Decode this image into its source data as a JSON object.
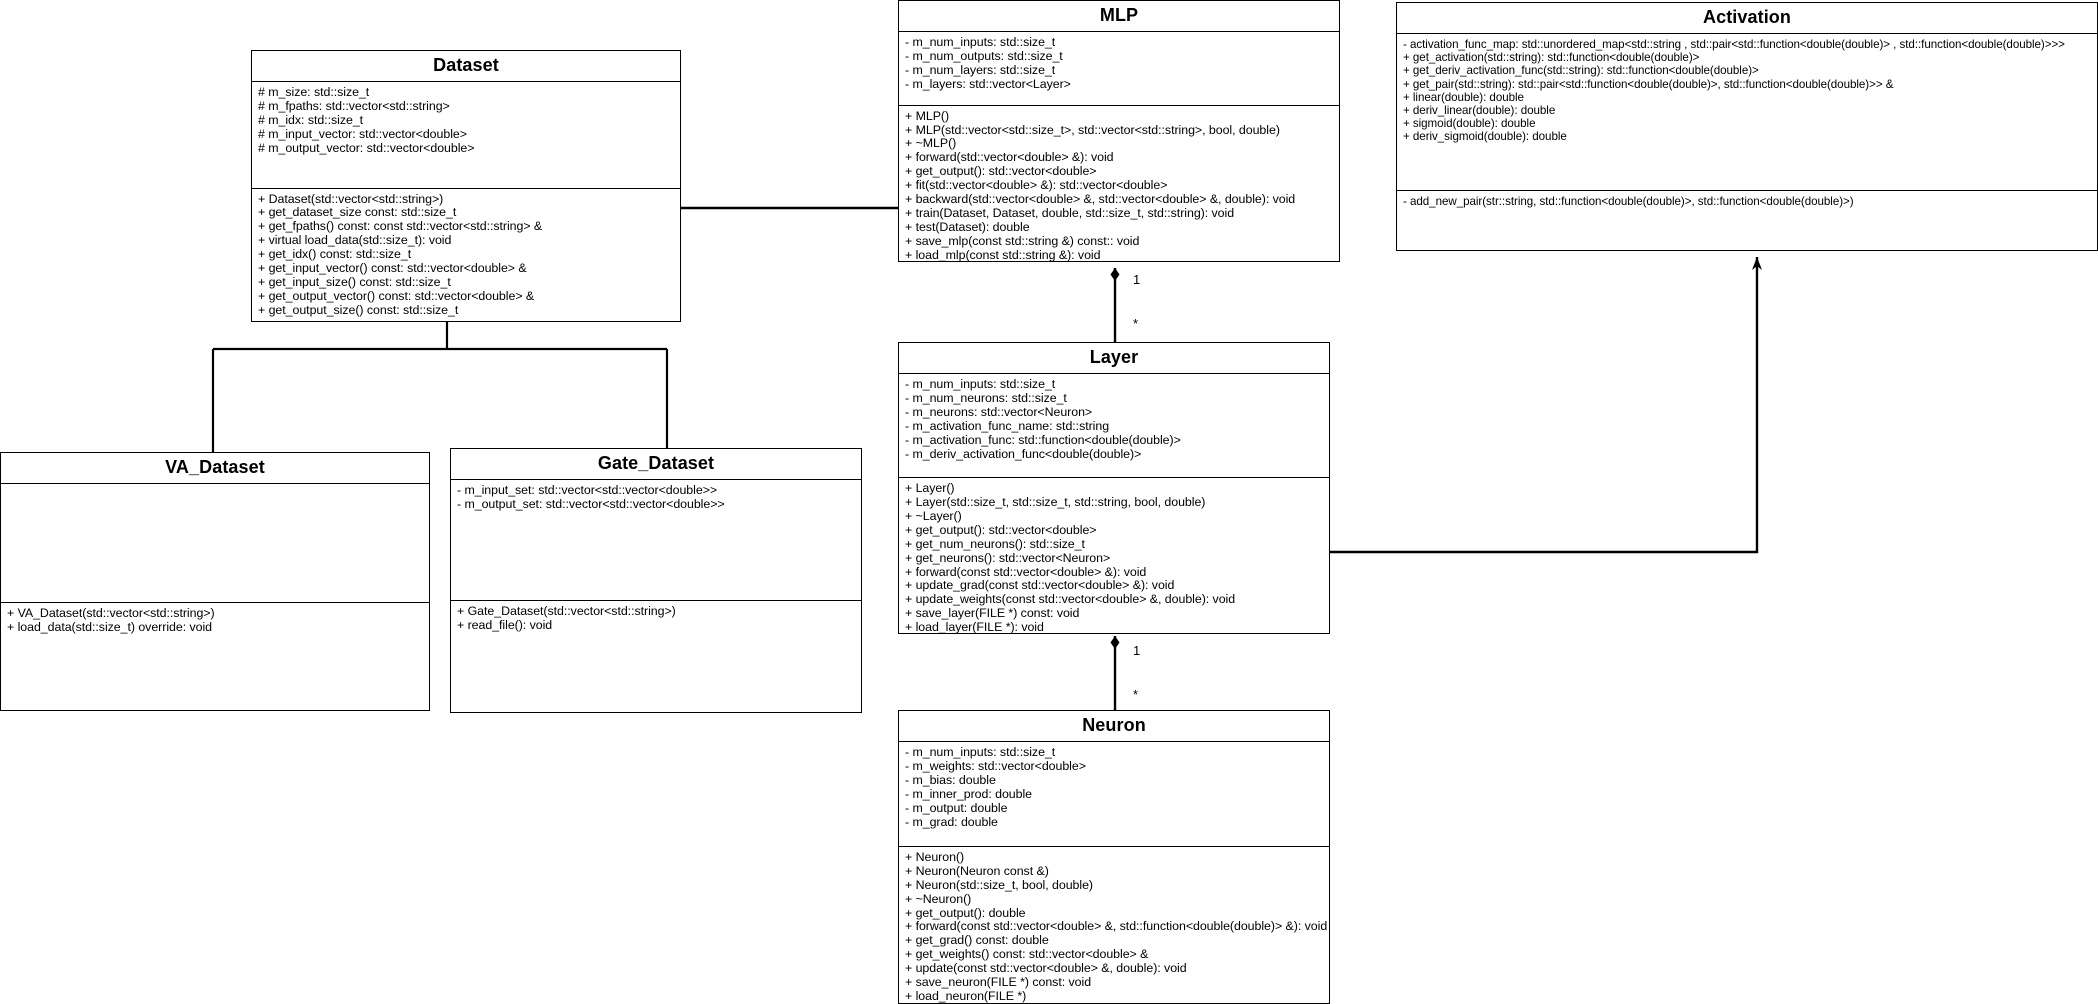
{
  "diagram": {
    "title": "Neural Network Library UML Class Diagram",
    "type": "uml-class-diagram",
    "background": "#ffffff",
    "line_color": "#000000"
  },
  "classes": {
    "dataset": {
      "name": "Dataset",
      "attributes": [
        "# m_size: std::size_t",
        "# m_fpaths: std::vector<std::string>",
        "# m_idx: std::size_t",
        "# m_input_vector: std::vector<double>",
        "# m_output_vector: std::vector<double>"
      ],
      "methods": [
        "+ Dataset(std::vector<std::string>)",
        "+ get_dataset_size const: std::size_t",
        "+ get_fpaths() const: const std::vector<std::string> &",
        "+ virtual load_data(std::size_t): void",
        "+ get_idx() const: std::size_t",
        "+ get_input_vector() const: std::vector<double> &",
        "+ get_input_size() const: std::size_t",
        "+ get_output_vector() const: std::vector<double> &",
        "+ get_output_size() const: std::size_t"
      ]
    },
    "va_dataset": {
      "name": "VA_Dataset",
      "attributes": [],
      "methods": [
        "+ VA_Dataset(std::vector<std::string>)",
        "+ load_data(std::size_t) override: void"
      ]
    },
    "gate_dataset": {
      "name": "Gate_Dataset",
      "attributes": [
        "- m_input_set: std::vector<std::vector<double>>",
        "- m_output_set: std::vector<std::vector<double>>"
      ],
      "methods": [
        "+ Gate_Dataset(std::vector<std::string>)",
        "+ read_file(): void"
      ]
    },
    "mlp": {
      "name": "MLP",
      "attributes": [
        "- m_num_inputs: std::size_t",
        "- m_num_outputs: std::size_t",
        "- m_num_layers: std::size_t",
        "- m_layers: std::vector<Layer>"
      ],
      "methods": [
        "+ MLP()",
        "+ MLP(std::vector<std::size_t>, std::vector<std::string>, bool, double)",
        "+ ~MLP()",
        "+ forward(std::vector<double> &): void",
        "+ get_output(): std::vector<double>",
        "+ fit(std::vector<double> &): std::vector<double>",
        "+ backward(std::vector<double> &, std::vector<double> &, double): void",
        "+ train(Dataset, Dataset, double, std::size_t, std::string): void",
        "+ test(Dataset): double",
        "+ save_mlp(const std::string &) const:: void",
        "+ load_mlp(const std::string &): void"
      ]
    },
    "layer": {
      "name": "Layer",
      "attributes": [
        "- m_num_inputs: std::size_t",
        "- m_num_neurons: std::size_t",
        "- m_neurons: std::vector<Neuron>",
        "- m_activation_func_name: std::string",
        "- m_activation_func: std::function<double(double)>",
        "- m_deriv_activation_func<double(double)>"
      ],
      "methods": [
        "+ Layer()",
        "+ Layer(std::size_t, std::size_t, std::string, bool, double)",
        "+ ~Layer()",
        "+ get_output(): std::vector<double>",
        "+ get_num_neurons(): std::size_t",
        "+ get_neurons(): std::vector<Neuron>",
        "+ forward(const std::vector<double> &): void",
        "+ update_grad(const std::vector<double> &): void",
        "+ update_weights(const std::vector<double> &, double): void",
        "+ save_layer(FILE *) const: void",
        "+ load_layer(FILE *): void"
      ]
    },
    "neuron": {
      "name": "Neuron",
      "attributes": [
        "- m_num_inputs: std::size_t",
        "- m_weights: std::vector<double>",
        "- m_bias: double",
        "- m_inner_prod: double",
        "- m_output: double",
        "- m_grad: double"
      ],
      "methods": [
        "+ Neuron()",
        "+ Neuron(Neuron const &)",
        "+ Neuron(std::size_t, bool, double)",
        "+ ~Neuron()",
        "+ get_output(): double",
        "+ forward(const std::vector<double> &, std::function<double(double)> &): void",
        "+ get_grad() const: double",
        "+ get_weights() const: std::vector<double> &",
        "+ update(const std::vector<double> &, double): void",
        "+ save_neuron(FILE *) const: void",
        "+ load_neuron(FILE *)"
      ]
    },
    "activation": {
      "name": "Activation",
      "attributes": [
        "- activation_func_map: std::unordered_map<std::string , std::pair<std::function<double(double)> , std::function<double(double)>>>",
        "+ get_activation(std::string): std::function<double(double)>",
        "+ get_deriv_activation_func(std::string): std::function<double(double)>",
        "+ get_pair(std::string): std::pair<std::function<double(double)>, std::function<double(double)>> &",
        "+ linear(double): double",
        "+ deriv_linear(double): double",
        "+ sigmoid(double): double",
        "+ deriv_sigmoid(double): double"
      ],
      "methods": [
        "- add_new_pair(str::string, std::function<double(double)>, std::function<double(double)>)"
      ]
    }
  },
  "relationships": [
    {
      "id": "mlp-dataset",
      "kind": "dependency",
      "from": "MLP",
      "to": "Dataset",
      "source_multiplicity": "",
      "target_multiplicity": ""
    },
    {
      "id": "dataset-va",
      "kind": "generalization",
      "from": "VA_Dataset",
      "to": "Dataset",
      "source_multiplicity": "",
      "target_multiplicity": ""
    },
    {
      "id": "dataset-gate",
      "kind": "generalization",
      "from": "Gate_Dataset",
      "to": "Dataset",
      "source_multiplicity": "",
      "target_multiplicity": ""
    },
    {
      "id": "mlp-layer",
      "kind": "composition",
      "from": "MLP",
      "to": "Layer",
      "source_multiplicity": "1",
      "target_multiplicity": "*"
    },
    {
      "id": "layer-neuron",
      "kind": "composition",
      "from": "Layer",
      "to": "Neuron",
      "source_multiplicity": "1",
      "target_multiplicity": "*"
    },
    {
      "id": "layer-activation",
      "kind": "dependency",
      "from": "Layer",
      "to": "Activation",
      "source_multiplicity": "",
      "target_multiplicity": ""
    }
  ],
  "multiplicity_labels": {
    "mlp_layer_one": "1",
    "mlp_layer_many": "*",
    "layer_neuron_one": "1",
    "layer_neuron_many": "*"
  }
}
